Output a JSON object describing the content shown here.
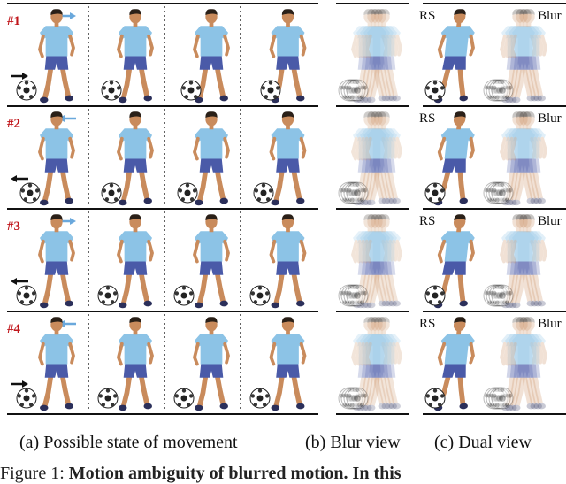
{
  "rows": [
    {
      "label": "#1",
      "ball_arrow": "right",
      "player_arrow": "right"
    },
    {
      "label": "#2",
      "ball_arrow": "left",
      "player_arrow": "left"
    },
    {
      "label": "#3",
      "ball_arrow": "left",
      "player_arrow": "right"
    },
    {
      "label": "#4",
      "ball_arrow": "right",
      "player_arrow": "left"
    }
  ],
  "dual_labels": {
    "rs": "RS",
    "blur": "Blur"
  },
  "captions": {
    "a": "(a) Possible state of movement",
    "b": "(b) Blur view",
    "c": "(c) Dual view"
  },
  "figure_caption": {
    "prefix": "Figure 1:",
    "bold": "Motion ambiguity of blurred motion. In this"
  },
  "colors": {
    "row_label": "#c0161b",
    "arrow": "#6aa8dc",
    "shirt": "#8cc3e6",
    "shorts": "#4a5aa8",
    "skin": "#c98b5c",
    "hair": "#2a2018",
    "shoe": "#2b2f5a"
  }
}
